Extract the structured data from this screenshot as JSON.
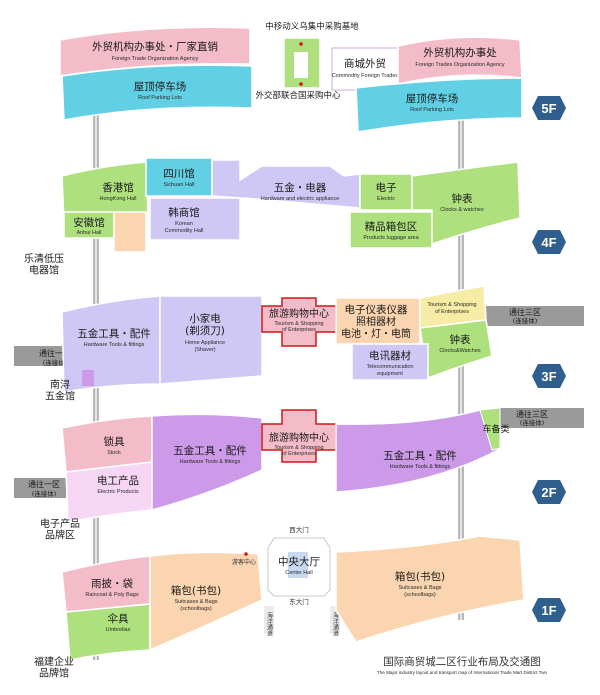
{
  "title_zh": "国际商贸城二区行业布局及交通图",
  "title_en": "The Major industry layout and transport map of International Trade Mart District Two",
  "colors": {
    "pink": "#f4bcc8",
    "cyan": "#62d0e4",
    "green": "#aee07e",
    "lavender": "#cfc8f4",
    "purple": "#cc9ae8",
    "peach": "#fbd5b0",
    "yellow": "#f6eca6",
    "grey": "#9a9a9a",
    "blue_badge": "#2f5f8e",
    "red": "#d01818"
  },
  "floors": {
    "f5": "5F",
    "f4": "4F",
    "f3": "3F",
    "f2": "2F",
    "f1": "1F"
  },
  "f5": {
    "agency_left_zh": "外贸机构办事处・厂家直销",
    "agency_left_en": "Foreign Trade Organization Agency",
    "roof_left_zh": "屋顶停车场",
    "roof_left_en": "Roof Parking Lots",
    "cmcc": "中移动义乌集中采购基地",
    "union": "外交部联合国采购中心",
    "commodity_zh": "商城外贸",
    "commodity_en": "Commodity Foreign Trades",
    "agency_right_zh": "外贸机构办事处",
    "agency_right_en": "Foreign Trades Organization Agency",
    "roof_right_zh": "屋顶停车场",
    "roof_right_en": "Roof Parking Lots"
  },
  "f4": {
    "side_label": "乐清低压\n电器馆",
    "hongkong_zh": "香港馆",
    "hongkong_en": "HongKong Hall",
    "sichuan_zh": "四川馆",
    "sichuan_en": "Sichuan Hall",
    "anhui_zh": "安徽馆",
    "anhui_en": "Anhui Hall",
    "korean_zh": "韩商馆",
    "korean_en1": "Korean",
    "korean_en2": "Commodity Hall",
    "hardware_zh": "五金・电器",
    "hardware_en": "Hardware and electric appliance",
    "electric_zh": "电子",
    "electric_en": "Electric",
    "luggage_zh": "精品箱包区",
    "luggage_en": "Products luggage area",
    "clocks_zh": "钟表",
    "clocks_en": "Clocks & watches"
  },
  "f3": {
    "corridor_left_zh": "通往一区",
    "corridor_left_sub": "(连接体)",
    "corridor_right_zh": "通往三区",
    "corridor_right_sub": "(连接体)",
    "side_label": "南浔\n五金馆",
    "hardware_zh": "五金工具・配件",
    "hardware_en": "Hardware Tools & fittings",
    "home_zh1": "小家电",
    "home_zh2": "(剃须刀)",
    "home_en1": "Home Appliance",
    "home_en2": "(Shaver)",
    "tourism_zh": "旅游购物中心",
    "tourism_en1": "Tourism & Shopping",
    "tourism_en2": "of Enterprises",
    "instrument_zh1": "电子仪表仪器",
    "instrument_zh2": "照相器材",
    "instrument_zh3": "电池・灯・电筒",
    "tourism2_en1": "Tourism & Shopping",
    "tourism2_en2": "of Enterprises",
    "clocks_zh": "钟表",
    "clocks_en": "Clocks&Watches",
    "telecom_zh": "电讯器材",
    "telecom_en1": "Telecommunication",
    "telecom_en2": "equipment"
  },
  "f2": {
    "corridor_left_zh": "通往一区",
    "corridor_left_sub": "(连接体)",
    "corridor_right_zh": "通往三区",
    "corridor_right_sub": "(连接体)",
    "side_label": "电子产品\n品牌区",
    "lock_zh": "锁具",
    "lock_en": "Stock",
    "electric_zh": "电工产品",
    "electric_en": "Electric Products",
    "hardware_left_zh": "五金工具・配件",
    "hardware_left_en": "Hardware Tools & fittings",
    "tourism_zh": "旅游购物中心",
    "tourism_en1": "Tourism & Shopping",
    "tourism_en2": "of Enterprises",
    "hardware_right_zh": "五金工具・配件",
    "hardware_right_en": "Hardware Tools & fittings",
    "kitchen_zh": "车备类"
  },
  "f1": {
    "side_label": "福建企业\n品牌馆",
    "rain_zh": "雨披・袋",
    "rain_en": "Raincoat & Poly Bags",
    "umbrella_zh": "伞具",
    "umbrella_en": "Umbrellas",
    "bags_left_zh": "箱包(书包)",
    "bags_left_en1": "Suitcases & Bags",
    "bags_left_en2": "(schoolbags)",
    "service_zh": "游客中心",
    "west_gate": "西大门",
    "east_gate": "东大门",
    "center_zh": "中央大厅",
    "center_en": "Center Hall",
    "passage_left": "海洋通道",
    "passage_right": "海洋通道",
    "bags_right_zh": "箱包(书包)",
    "bags_right_en1": "Suitcases & Bags",
    "bags_right_en2": "(schoolbags)"
  }
}
